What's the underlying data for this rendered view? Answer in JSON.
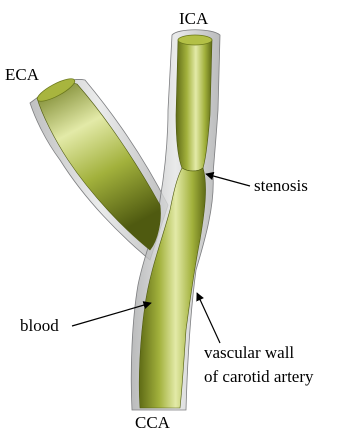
{
  "labels": {
    "ica": "ICA",
    "eca": "ECA",
    "cca": "CCA",
    "stenosis": "stenosis",
    "blood": "blood",
    "wall_line1": "vascular wall",
    "wall_line2": "of carotid artery"
  },
  "colors": {
    "blood": "#a2b13c",
    "blood_highlight": "#e3eaa8",
    "blood_shadow": "#5f6b16",
    "wall": "#c8c9c9",
    "wall_edge": "#7d7e80",
    "arrow": "#000000"
  }
}
